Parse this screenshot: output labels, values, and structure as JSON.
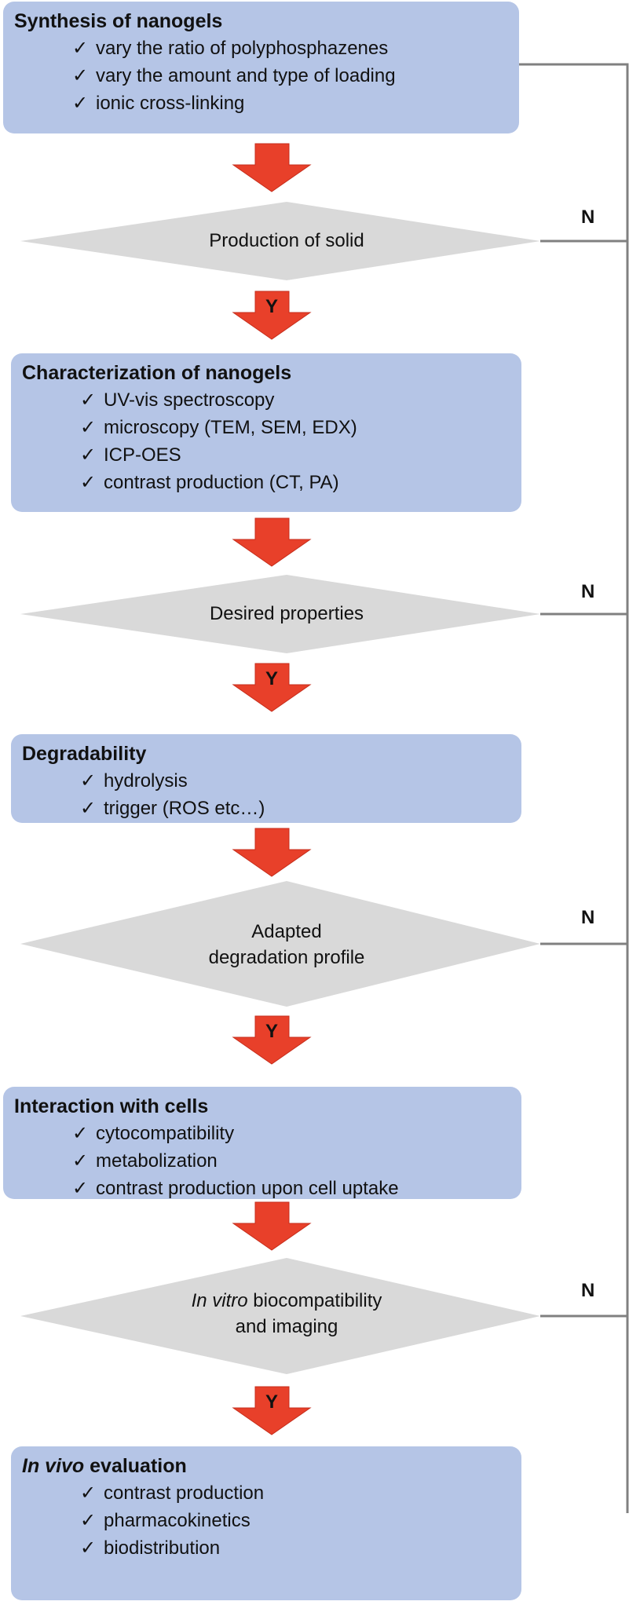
{
  "steps": [
    {
      "title": "Synthesis of nanogels",
      "items": [
        "vary the ratio of polyphosphazenes",
        "vary the amount and type of loading",
        "ionic cross-linking"
      ]
    },
    {
      "title": "Characterization of nanogels",
      "items": [
        "UV-vis spectroscopy",
        "microscopy (TEM, SEM, EDX)",
        "ICP-OES",
        "contrast production (CT, PA)"
      ]
    },
    {
      "title": "Degradability",
      "items": [
        "hydrolysis",
        "trigger (ROS etc…)"
      ]
    },
    {
      "title": "Interaction with cells",
      "items": [
        "cytocompatibility",
        "metabolization",
        "contrast production upon cell uptake"
      ]
    },
    {
      "title_italic": "In vivo",
      "title_rest": " evaluation",
      "items": [
        "contrast production",
        "pharmacokinetics",
        "biodistribution"
      ]
    }
  ],
  "decisions": [
    {
      "line1": "Production of solid"
    },
    {
      "line1": "Desired properties"
    },
    {
      "line1": "Adapted",
      "line2": "degradation profile"
    },
    {
      "line1_italic": "In vitro",
      "line1_rest": " biocompatibility",
      "line2": "and imaging"
    }
  ],
  "check_mark": "✓",
  "labels": {
    "yes": "Y",
    "no": "N"
  },
  "colors": {
    "box": "#b5c5e6",
    "diamond": "#d9d9d9",
    "arrow": "#e8402a",
    "feedback_line": "#808080"
  }
}
